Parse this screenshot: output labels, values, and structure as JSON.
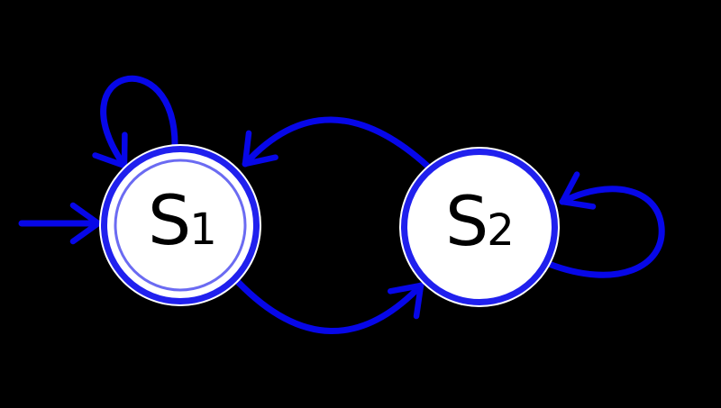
{
  "diagram": {
    "type": "finite-state-machine",
    "states": [
      {
        "id": "S1",
        "label": "S",
        "subscript": "1",
        "accepting": true,
        "initial": true
      },
      {
        "id": "S2",
        "label": "S",
        "subscript": "2",
        "accepting": false,
        "initial": false
      }
    ],
    "transitions": [
      {
        "from": "start",
        "to": "S1",
        "kind": "initial-arrow"
      },
      {
        "from": "S1",
        "to": "S1",
        "kind": "self-loop"
      },
      {
        "from": "S2",
        "to": "S1",
        "kind": "curve"
      },
      {
        "from": "S1",
        "to": "S2",
        "kind": "curve"
      },
      {
        "from": "S2",
        "to": "S2",
        "kind": "self-loop"
      }
    ],
    "colors": {
      "background": "#000000",
      "edge": "#0707e8",
      "ring": "#2020ee",
      "inner-ring": "#6b6bf2",
      "node-fill": "#ffffff",
      "label": "#000000"
    }
  }
}
